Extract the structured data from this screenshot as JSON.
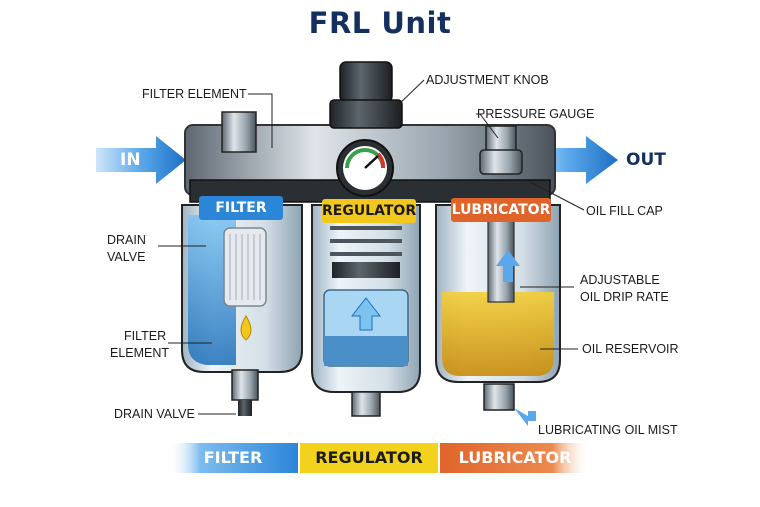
{
  "title": "FRL Unit",
  "flow": {
    "in_label": "IN",
    "out_label": "OUT"
  },
  "badges": {
    "filter": "FILTER",
    "regulator": "REGULATOR",
    "lubricator": "LUBRICATOR"
  },
  "callouts": {
    "filter_element_top": "FILTER ELEMENT",
    "adjustment_knob": "ADJUSTMENT KNOB",
    "pressure_gauge": "PRESSURE GAUGE",
    "oil_fill_cap": "OIL FILL CAP",
    "drain_valve_left_1": "DRAIN",
    "drain_valve_left_2": "VALVE",
    "filter_element_left_1": "FILTER",
    "filter_element_left_2": "ELEMENT",
    "drain_valve_bottom": "DRAIN VALVE",
    "adjustable_drip_1": "ADJUSTABLE",
    "adjustable_drip_2": "OIL DRIP RATE",
    "oil_reservoir": "OIL RESERVOIR",
    "lubricating_mist": "LUBRICATING OIL MIST"
  },
  "bottom_bar": {
    "filter": "FILTER",
    "regulator": "REGULATOR",
    "lubricator": "LUBRICATOR"
  },
  "colors": {
    "filter_blue": "#2b86d8",
    "regulator_yellow": "#f2c81c",
    "lubricator_orange": "#e0642a",
    "title_navy": "#14305e"
  }
}
